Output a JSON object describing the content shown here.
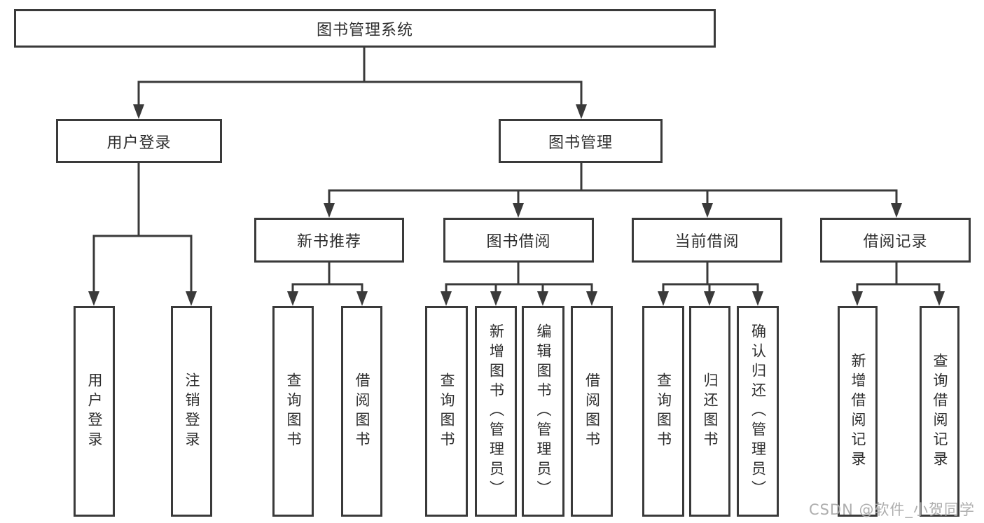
{
  "diagram": {
    "tree": {
      "label": "图书管理系统",
      "children": [
        {
          "label": "用户登录",
          "children": [
            {
              "label": "用户登录"
            },
            {
              "label": "注销登录"
            }
          ]
        },
        {
          "label": "图书管理",
          "children": [
            {
              "label": "新书推荐",
              "children": [
                {
                  "label": "查询图书"
                },
                {
                  "label": "借阅图书"
                }
              ]
            },
            {
              "label": "图书借阅",
              "children": [
                {
                  "label": "查询图书"
                },
                {
                  "label": "新增图书（管理员）"
                },
                {
                  "label": "编辑图书（管理员）"
                },
                {
                  "label": "借阅图书"
                }
              ]
            },
            {
              "label": "当前借阅",
              "children": [
                {
                  "label": "查询图书"
                },
                {
                  "label": "归还图书"
                },
                {
                  "label": "确认归还（管理员）"
                }
              ]
            },
            {
              "label": "借阅记录",
              "children": [
                {
                  "label": "新增借阅记录"
                },
                {
                  "label": "查询借阅记录"
                }
              ]
            }
          ]
        }
      ]
    },
    "colors": {
      "line": "#3a3a3a",
      "box_border": "#3a3a3a",
      "text": "#2e2e2e",
      "background": "#ffffff",
      "watermark": "#aaaaaa"
    }
  },
  "watermark": {
    "text": "CSDN @软件_小贺同学"
  }
}
